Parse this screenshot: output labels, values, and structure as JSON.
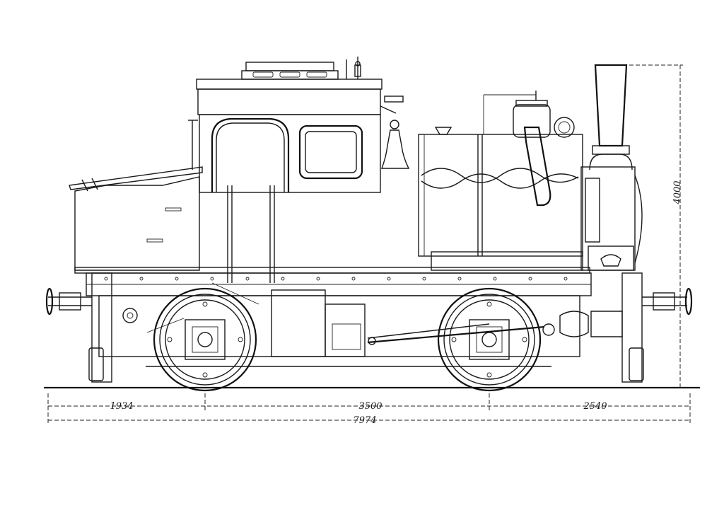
{
  "dimensions": {
    "front_overhang": "1934",
    "wheelbase": "3500",
    "rear_overhang": "2540",
    "total_length": "7974",
    "height": "4000"
  },
  "colors": {
    "ink": "#1a1a1a",
    "paper": "#ffffff"
  }
}
